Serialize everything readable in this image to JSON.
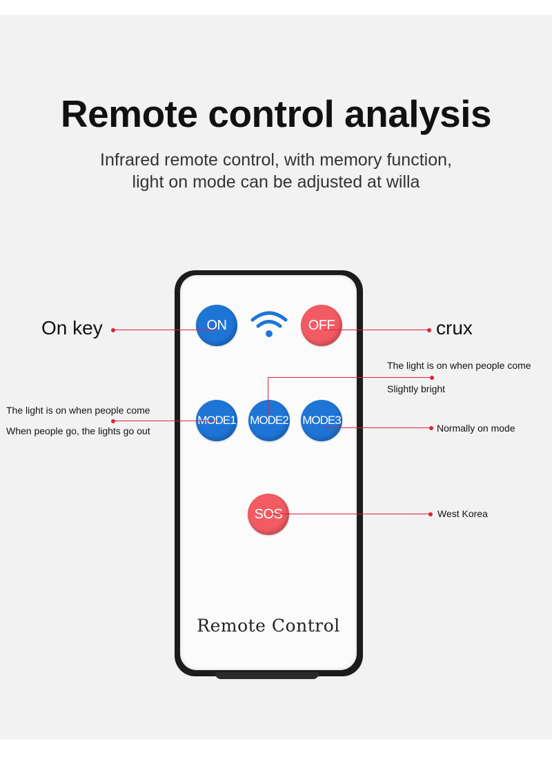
{
  "header": {
    "title": "Remote control analysis",
    "subtitle_line1": "Infrared remote control, with memory function,",
    "subtitle_line2": "light on mode can be adjusted at willa"
  },
  "remote": {
    "on_label": "ON",
    "off_label": "OFF",
    "mode1_label": "MODE1",
    "mode2_label": "MODE2",
    "mode3_label": "MODE3",
    "sos_label": "SOS",
    "brand_text": "Remote Control",
    "signal_icon": "wifi-signal-icon"
  },
  "annotations": {
    "on_key": "On key",
    "crux": "crux",
    "mode2_line1": "The light is on when people come",
    "mode2_line2": "Slightly bright",
    "mode1_line1": "The light is on when people come",
    "mode1_line2": "When people go, the lights go out",
    "mode3": "Normally on mode",
    "sos": "West Korea"
  },
  "colors": {
    "blue_button": "#1e75d6",
    "red_button": "#f25b63",
    "callout_line": "#e0203c",
    "background": "#f2f2f2"
  }
}
